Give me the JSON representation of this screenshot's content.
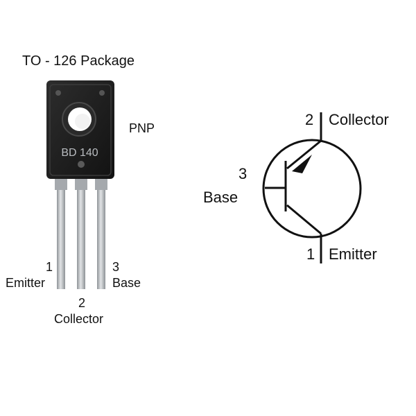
{
  "package": {
    "title": "TO - 126 Package",
    "type": "PNP",
    "marking": "BD 140",
    "pins": [
      {
        "number": "1",
        "name": "Emitter"
      },
      {
        "number": "2",
        "name": "Collector"
      },
      {
        "number": "3",
        "name": "Base"
      }
    ]
  },
  "symbol": {
    "collector": {
      "number": "2",
      "name": "Collector"
    },
    "base": {
      "number": "3",
      "name": "Base"
    },
    "emitter": {
      "number": "1",
      "name": "Emitter"
    }
  },
  "colors": {
    "body": "#1c1c1c",
    "lead": "#b9bcbf",
    "line": "#111111"
  }
}
